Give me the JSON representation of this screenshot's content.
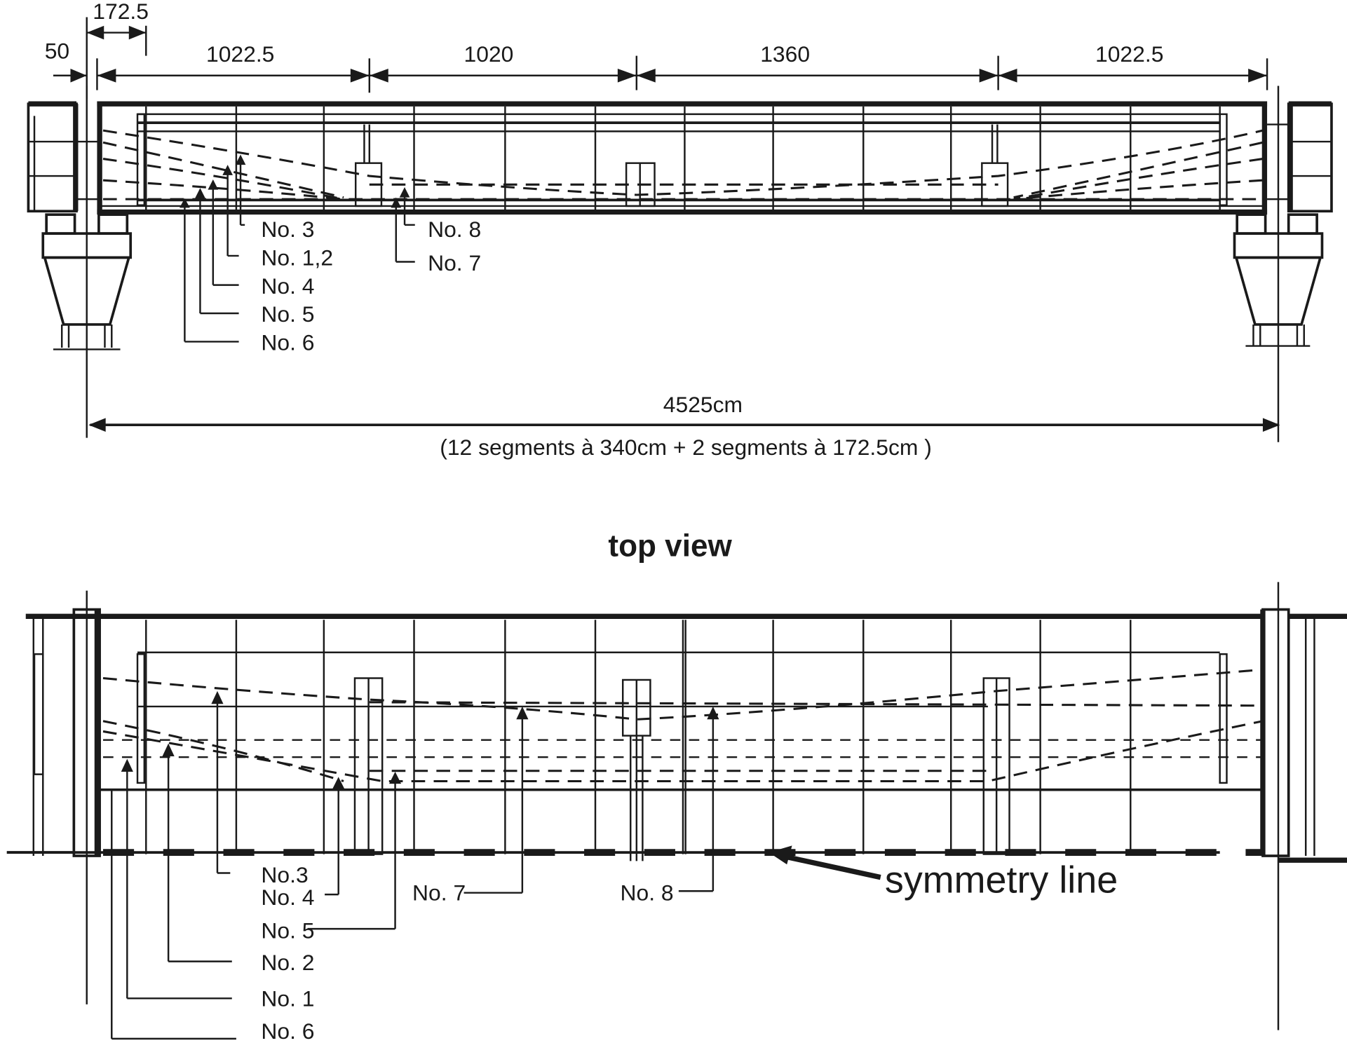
{
  "figure": {
    "background": "#ffffff",
    "ink_color": "#1a1a1a"
  },
  "side_view": {
    "dimensions": {
      "left_offset": "50",
      "end_segment": "172.5",
      "span_1": "1022.5",
      "span_2": "1020",
      "span_3": "1360",
      "span_4": "1022.5",
      "total": "4525cm",
      "total_note": "(12 segments à 340cm + 2 segments à 172.5cm )"
    },
    "labels": {
      "no3": "No. 3",
      "no12": "No. 1,2",
      "no4": "No. 4",
      "no5": "No. 5",
      "no6": "No. 6",
      "no8": "No. 8",
      "no7": "No. 7"
    }
  },
  "top_view": {
    "title": "top view",
    "labels": {
      "no3": "No.3",
      "no4": "No. 4",
      "no5": "No. 5",
      "no2": "No. 2",
      "no1": "No. 1",
      "no6": "No. 6",
      "no7": "No. 7",
      "no8": "No. 8"
    },
    "symmetry_label": "symmetry line"
  }
}
